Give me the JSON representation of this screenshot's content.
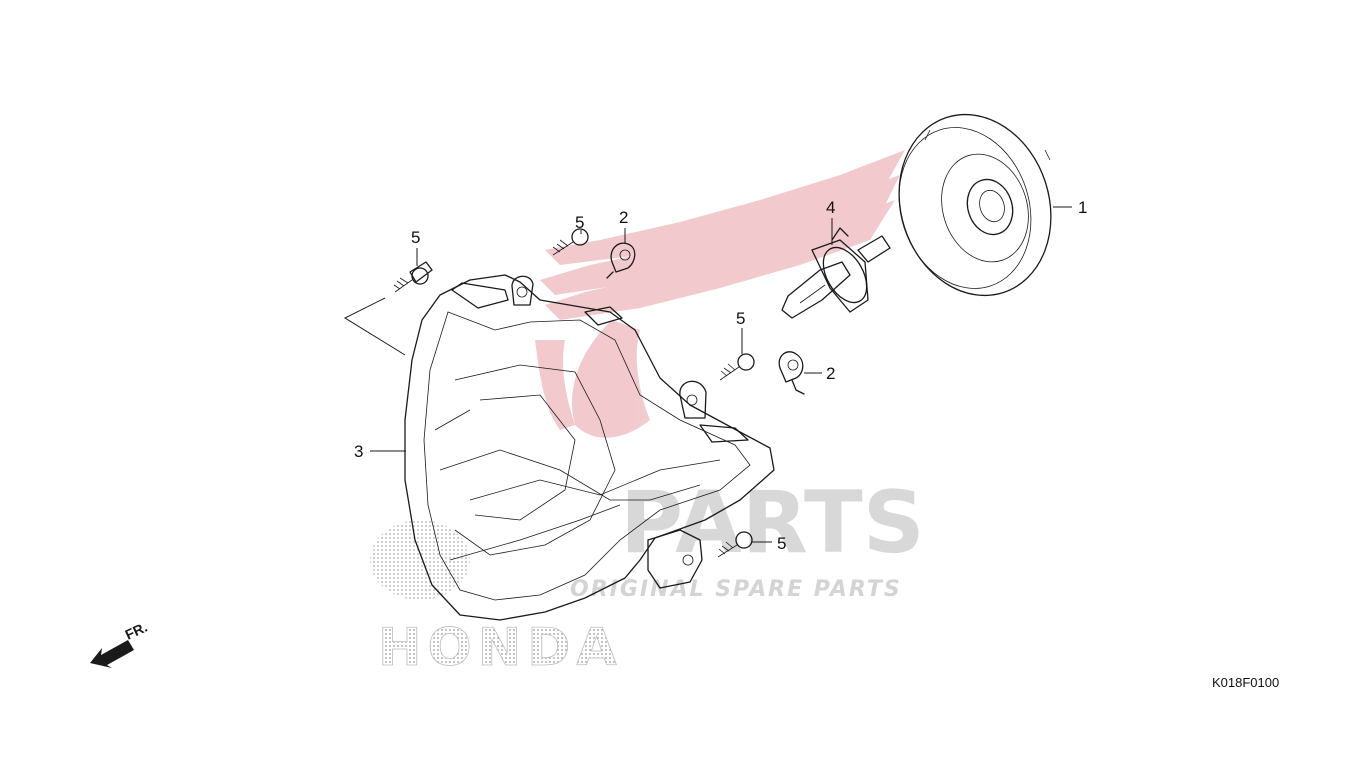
{
  "diagram": {
    "code": "K018F0100",
    "direction_label": "FR.",
    "callouts": {
      "part1": "1",
      "part2a": "2",
      "part2b": "2",
      "part3": "3",
      "part4": "4",
      "part5a": "5",
      "part5b": "5",
      "part5c": "5",
      "part5d": "5"
    }
  },
  "watermark": {
    "brand": "HONDA",
    "parts": "PARTS",
    "tagline": "ORIGINAL SPARE PARTS"
  },
  "colors": {
    "ink": "#1a1a1a",
    "watermark_red": "#e8a0a6",
    "watermark_gray": "#c8c8c8"
  }
}
